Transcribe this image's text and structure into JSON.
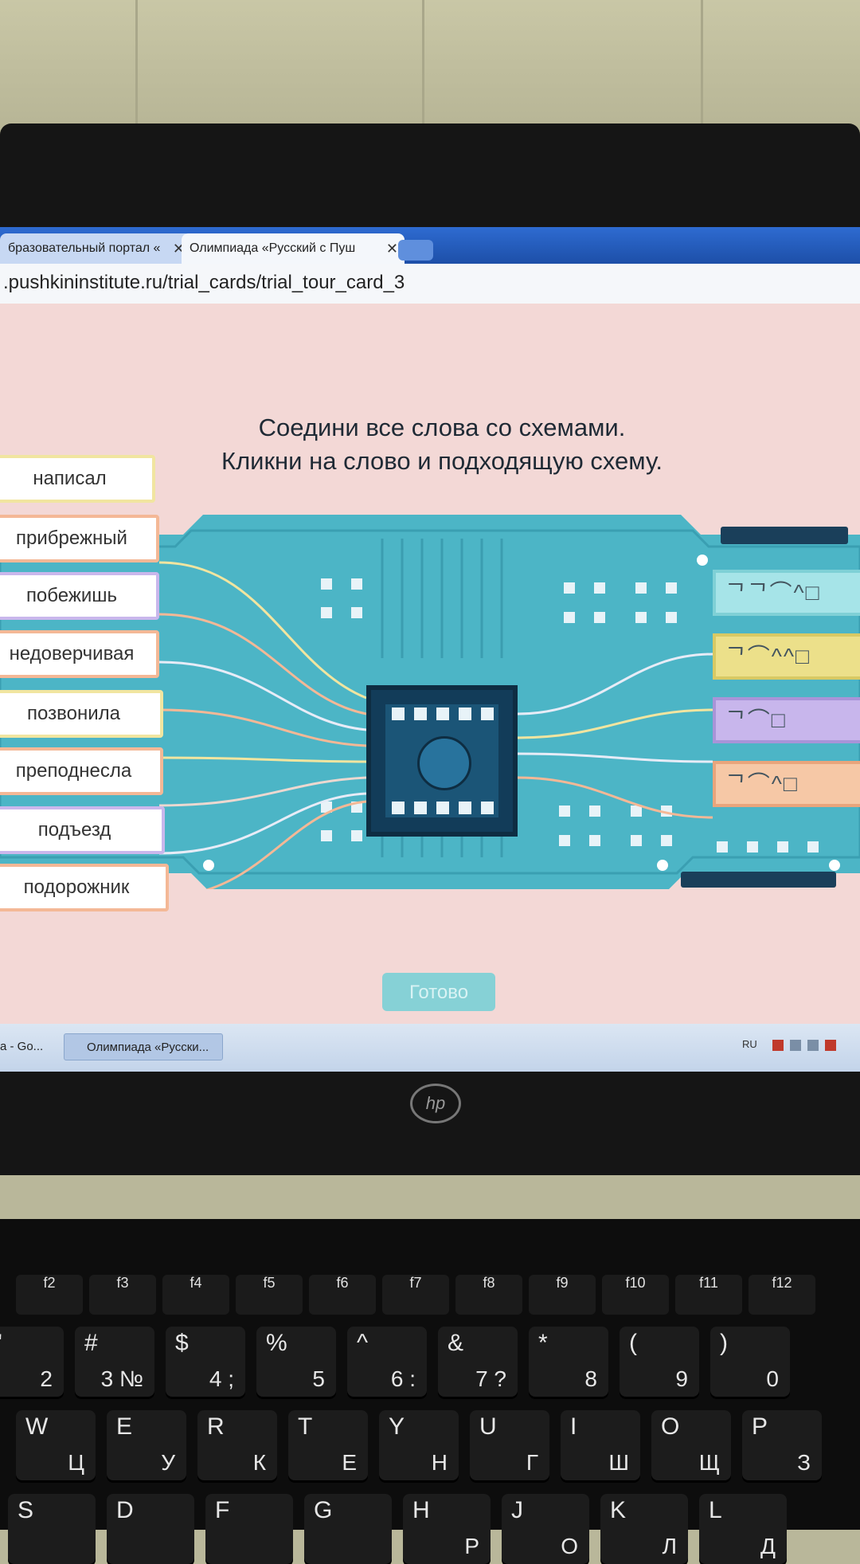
{
  "browser": {
    "tabs": [
      {
        "label": "бразовательный портал «"
      },
      {
        "label": "Олимпиада «Русский с Пуш"
      }
    ],
    "close_glyph": "✕",
    "url": ".pushkininstitute.ru/trial_cards/trial_tour_card_3"
  },
  "task": {
    "instruction_line1": "Соедини все слова со схемами.",
    "instruction_line2": "Кликни на слово и подходящую схему.",
    "words": [
      {
        "label": "написал",
        "color": "#f1e5a0"
      },
      {
        "label": "прибрежный",
        "color": "#f4b896"
      },
      {
        "label": "побежишь",
        "color": "#c9b7ec"
      },
      {
        "label": "недоверчивая",
        "color": "#f4b896"
      },
      {
        "label": "позвонила",
        "color": "#f1e5a0"
      },
      {
        "label": "преподнесла",
        "color": "#f4b896"
      },
      {
        "label": "подъезд",
        "color": "#c9b7ec"
      },
      {
        "label": "подорожник",
        "color": "#f4b896"
      }
    ],
    "schemes": [
      {
        "label": "ᄀᄀ⌒^□",
        "bg": "#a6e4e8",
        "border": "#7fd0d6"
      },
      {
        "label": "ᄀ⌒^^□",
        "bg": "#ece08a",
        "border": "#d8c964"
      },
      {
        "label": "ᄀ⌒□",
        "bg": "#c8b6ec",
        "border": "#a894d8"
      },
      {
        "label": "ᄀ⌒^□",
        "bg": "#f6c8a6",
        "border": "#e9a57c"
      }
    ],
    "done_button": "Готово"
  },
  "taskbar": {
    "prev_item": "а - Go...",
    "current_item": "Олимпиада «Русски...",
    "lang": "RU"
  },
  "device": {
    "brand": "hp"
  },
  "keyboard": {
    "fkeys": [
      "f2",
      "f3",
      "f4",
      "f5",
      "f6",
      "f7",
      "f8",
      "f9",
      "f10",
      "f11",
      "f12"
    ],
    "row_numbers": [
      {
        "l": "\"",
        "r": "2"
      },
      {
        "l": "#",
        "r": "3 №"
      },
      {
        "l": "$",
        "r": "4 ;"
      },
      {
        "l": "%",
        "r": "5"
      },
      {
        "l": "^",
        "r": "6 :"
      },
      {
        "l": "&",
        "r": "7 ?"
      },
      {
        "l": "*",
        "r": "8"
      },
      {
        "l": "(",
        "r": "9"
      },
      {
        "l": ")",
        "r": "0"
      }
    ],
    "row_top": [
      {
        "l": "W",
        "r": "Ц"
      },
      {
        "l": "E",
        "r": "У"
      },
      {
        "l": "R",
        "r": "К"
      },
      {
        "l": "T",
        "r": "Е"
      },
      {
        "l": "Y",
        "r": "Н"
      },
      {
        "l": "U",
        "r": "Г"
      },
      {
        "l": "I",
        "r": "Ш"
      },
      {
        "l": "O",
        "r": "Щ"
      },
      {
        "l": "P",
        "r": "З"
      }
    ],
    "row_home": [
      {
        "l": "S",
        "r": ""
      },
      {
        "l": "D",
        "r": ""
      },
      {
        "l": "F",
        "r": ""
      },
      {
        "l": "G",
        "r": ""
      },
      {
        "l": "H",
        "r": "Р"
      },
      {
        "l": "J",
        "r": "О"
      },
      {
        "l": "K",
        "r": "Л"
      },
      {
        "l": "L",
        "r": "Д"
      }
    ]
  }
}
